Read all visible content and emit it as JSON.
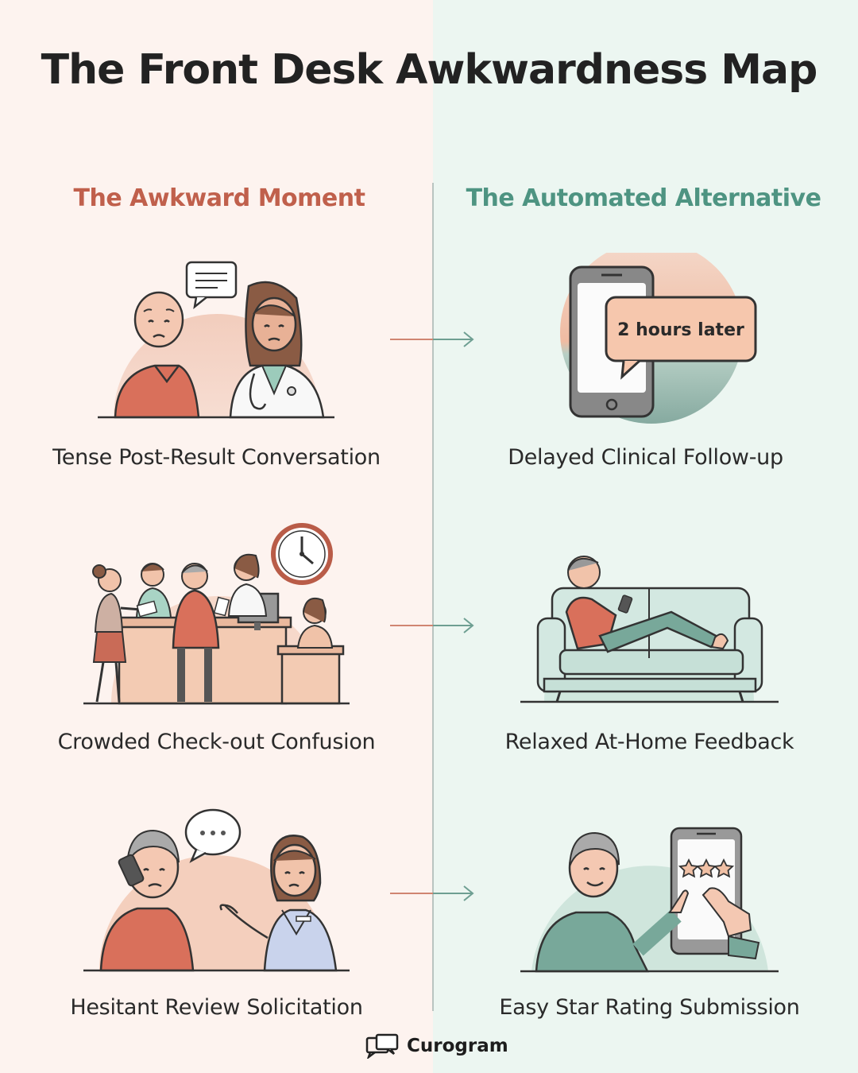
{
  "title": "The Front Desk Awkwardness Map",
  "columns": {
    "left_heading": "The Awkward Moment",
    "right_heading": "The Automated Alternative"
  },
  "rows": [
    {
      "left_caption": "Tense Post-Result Conversation",
      "right_caption": "Delayed Clinical Follow-up",
      "right_bubble_text": "2 hours later"
    },
    {
      "left_caption": "Crowded Check-out Confusion",
      "right_caption": "Relaxed At-Home Feedback"
    },
    {
      "left_caption": "Hesitant Review Solicitation",
      "right_caption": "Easy Star Rating Submission"
    }
  ],
  "brand": {
    "name": "Curogram",
    "icon": "chat-bubbles-icon"
  },
  "colors": {
    "accent_left": "#c0604c",
    "accent_right": "#4e9482",
    "bg_left": "#fdf3ef",
    "bg_right": "#ecf6f1"
  },
  "icons": [
    "speech-bubble-icon",
    "clock-icon",
    "phone-icon",
    "star-icon",
    "arrow-right-icon"
  ]
}
